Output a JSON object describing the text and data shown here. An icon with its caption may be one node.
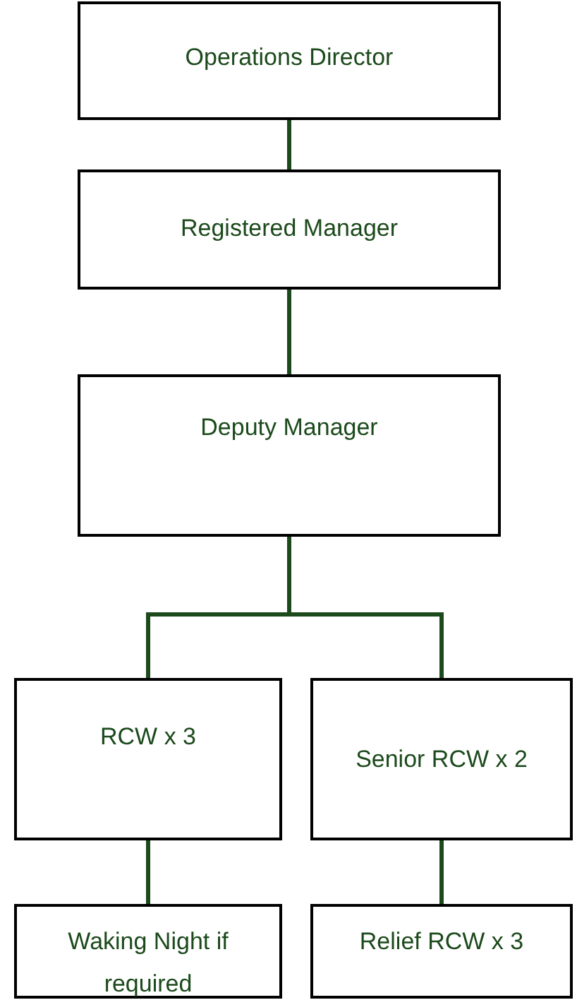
{
  "diagram": {
    "nodes": [
      {
        "text": [
          "Operations Director"
        ]
      },
      {
        "text": [
          "Registered Manager"
        ]
      },
      {
        "text": [
          "Deputy Manager"
        ]
      },
      {
        "text": [
          "RCW x 3"
        ]
      },
      {
        "text": [
          "Senior RCW x 2"
        ]
      },
      {
        "text": [
          "Waking Night if required"
        ]
      },
      {
        "text": [
          "Relief RCW x 3"
        ]
      }
    ],
    "edges": [
      {
        "from": 0,
        "to": 1,
        "arrow": "none"
      },
      {
        "from": 1,
        "to": 2,
        "arrow": "none"
      },
      {
        "from": 2,
        "to": 3,
        "arrow": "none"
      },
      {
        "from": 2,
        "to": 4,
        "arrow": "none"
      },
      {
        "from": 3,
        "to": 5,
        "arrow": "none"
      },
      {
        "from": 4,
        "to": 6,
        "arrow": "none"
      }
    ]
  }
}
